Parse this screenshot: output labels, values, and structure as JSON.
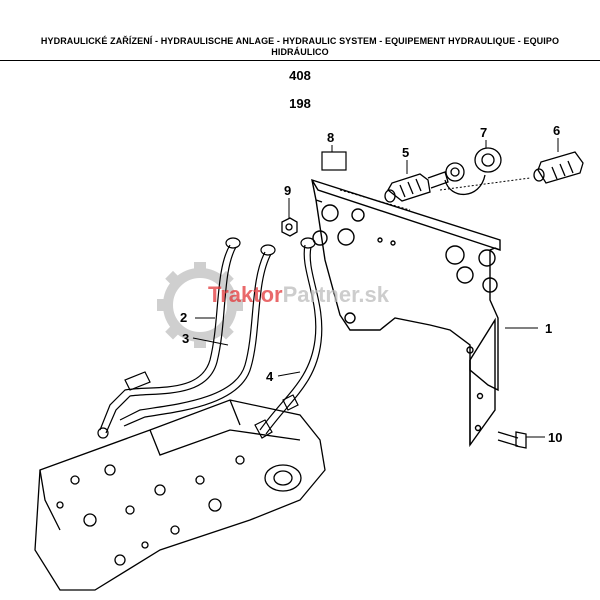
{
  "header": {
    "title_line1": "HYDRAULICKÉ ZAŘÍZENÍ - HYDRAULISCHE ANLAGE - HYDRAULIC SYSTEM - EQUIPEMENT HYDRAULIQUE - EQUIPO",
    "title_line2": "HIDRÁULICO"
  },
  "codes": [
    "408",
    "198"
  ],
  "watermark": {
    "part1": "Traktor",
    "part2": "Partner",
    "part3": ".sk",
    "color": "#e2383a",
    "gear_color": "#cfcfcf"
  },
  "callouts": [
    {
      "number": "1",
      "part": "bracket plate"
    },
    {
      "number": "2",
      "part": "hydraulic pipe"
    },
    {
      "number": "3",
      "part": "hydraulic pipe"
    },
    {
      "number": "4",
      "part": "hydraulic pipe"
    },
    {
      "number": "5",
      "part": "quick coupling"
    },
    {
      "number": "6",
      "part": "quick coupling"
    },
    {
      "number": "7",
      "part": "clip"
    },
    {
      "number": "8",
      "part": "label"
    },
    {
      "number": "9",
      "part": "nut"
    },
    {
      "number": "10",
      "part": "bolt"
    }
  ]
}
